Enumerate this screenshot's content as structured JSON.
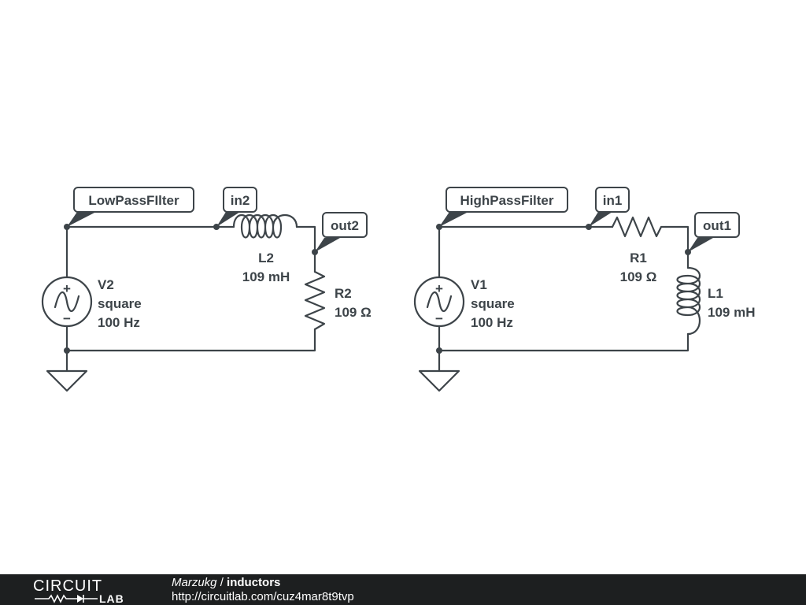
{
  "schematic": {
    "low_pass": {
      "net_tag": "LowPassFIlter",
      "in_tag": "in2",
      "out_tag": "out2",
      "source": {
        "name": "V2",
        "type": "square",
        "freq": "100 Hz"
      },
      "inductor": {
        "name": "L2",
        "value": "109 mH"
      },
      "resistor": {
        "name": "R2",
        "value": "109 Ω"
      }
    },
    "high_pass": {
      "net_tag": "HighPassFilter",
      "in_tag": "in1",
      "out_tag": "out1",
      "source": {
        "name": "V1",
        "type": "square",
        "freq": "100 Hz"
      },
      "resistor": {
        "name": "R1",
        "value": "109 Ω"
      },
      "inductor": {
        "name": "L1",
        "value": "109 mH"
      }
    },
    "source_plus": "+",
    "source_minus": "−"
  },
  "footer": {
    "logo_top": "CIRCUIT",
    "logo_bottom": "LAB",
    "author": "Marzukg",
    "separator": " / ",
    "title": "inductors",
    "url": "http://circuitlab.com/cuz4mar8t9tvp"
  },
  "colors": {
    "ink": "#3d4449",
    "footer_bg": "#1d1f20",
    "footer_text": "#ffffff"
  }
}
